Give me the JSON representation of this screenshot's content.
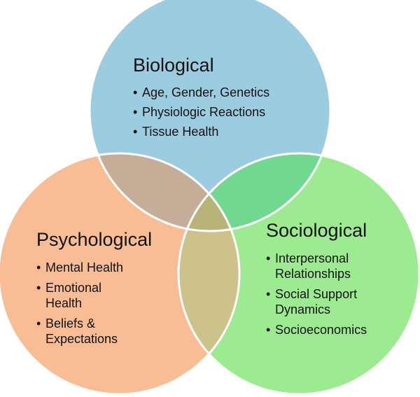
{
  "colors": {
    "biological": "#9cccdf",
    "psychological": "#f8bd94",
    "sociological": "#9ceb90",
    "bio_psych_overlap": "#c5ad97",
    "bio_socio_overlap": "#70d98f",
    "psych_socio_overlap": "#cec28b",
    "center_overlap": "#b8b377",
    "outline": "#ffffff"
  },
  "circles": {
    "biological": {
      "title": "Biological",
      "items": [
        "Age, Gender, Genetics",
        "Physiologic Reactions",
        "Tissue Health"
      ]
    },
    "psychological": {
      "title": "Psychological",
      "items": [
        "Mental Health",
        "Emotional Health",
        "Beliefs & Expectations"
      ]
    },
    "sociological": {
      "title": "Sociological",
      "items": [
        "Interpersonal Relationships",
        "Social Support Dynamics",
        "Socioeconomics"
      ]
    }
  }
}
